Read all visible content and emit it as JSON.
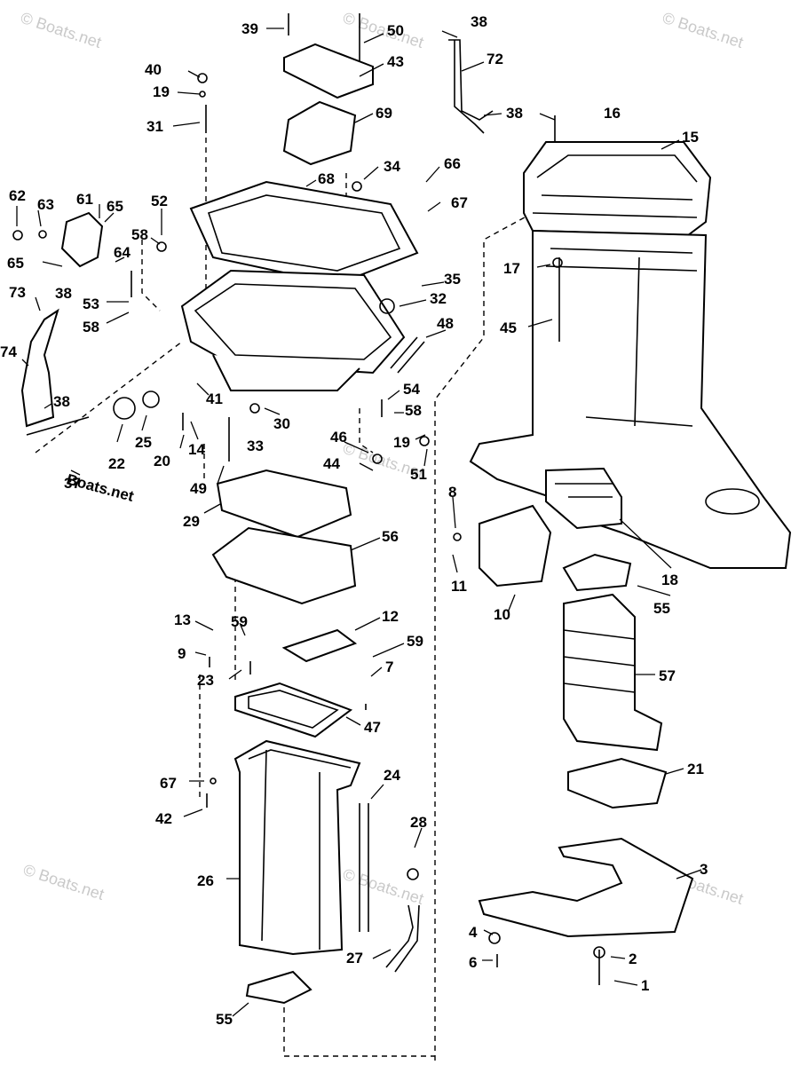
{
  "watermark": "© Boats.net",
  "labels": [
    "39",
    "50",
    "38",
    "72",
    "38",
    "40",
    "43",
    "19",
    "69",
    "16",
    "31",
    "15",
    "34",
    "66",
    "68",
    "62",
    "63",
    "61",
    "65",
    "52",
    "67",
    "58",
    "65",
    "64",
    "17",
    "53",
    "73",
    "38",
    "35",
    "32",
    "58",
    "45",
    "48",
    "74",
    "41",
    "54",
    "58",
    "38",
    "30",
    "25",
    "33",
    "14",
    "19",
    "46",
    "22",
    "20",
    "51",
    "44",
    "37",
    "Boats.net",
    "49",
    "8",
    "29",
    "56",
    "18",
    "11",
    "55",
    "10",
    "13",
    "12",
    "59",
    "9",
    "59",
    "7",
    "23",
    "57",
    "47",
    "21",
    "67",
    "24",
    "42",
    "28",
    "3",
    "26",
    "27",
    "4",
    "2",
    "6",
    "1",
    "55"
  ]
}
